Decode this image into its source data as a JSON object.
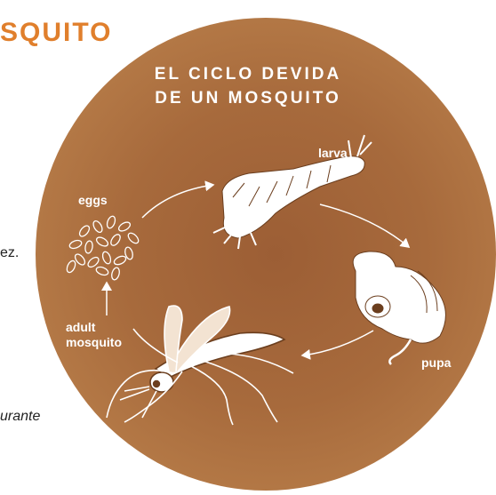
{
  "fragments": {
    "left_title": "SQUITO",
    "left_text_mid": "ez.",
    "left_text_bottom": "urante"
  },
  "diagram": {
    "title_line1": "EL CICLO DEVIDA",
    "title_line2": "DE UN MOSQUITO",
    "stages": {
      "larva": "larva",
      "pupa": "pupa",
      "eggs": "eggs",
      "adult_line1": "adult",
      "adult_line2": "mosquito"
    }
  },
  "colors": {
    "title_orange": "#e07f2c",
    "circle_brown": "#a76a3c",
    "art_white": "#ffffff"
  }
}
